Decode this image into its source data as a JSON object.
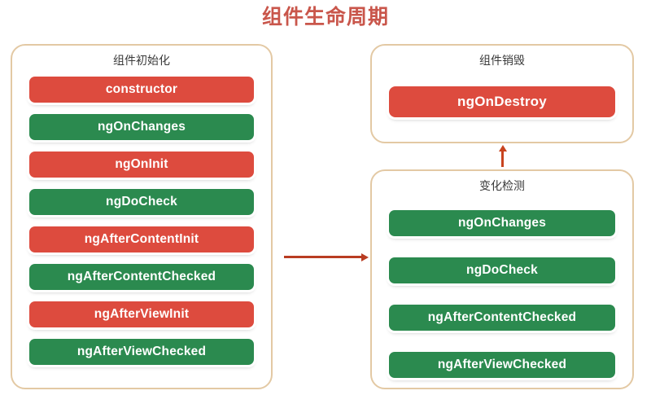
{
  "title": "组件生命周期",
  "colors": {
    "title": "#c9564b",
    "panel_border": "#e3c9a4",
    "hook_red": "#dd4b3e",
    "hook_green": "#2b8a4f",
    "arrow_horizontal": "#b93c22",
    "arrow_vertical": "#c8431f",
    "background": "#ffffff",
    "panel_title_text": "#3a3a3a",
    "hook_text": "#ffffff"
  },
  "panels": {
    "init": {
      "title": "组件初始化",
      "hooks": [
        {
          "label": "constructor",
          "color": "red"
        },
        {
          "label": "ngOnChanges",
          "color": "green"
        },
        {
          "label": "ngOnInit",
          "color": "red"
        },
        {
          "label": "ngDoCheck",
          "color": "green"
        },
        {
          "label": "ngAfterContentInit",
          "color": "red"
        },
        {
          "label": "ngAfterContentChecked",
          "color": "green"
        },
        {
          "label": "ngAfterViewInit",
          "color": "red"
        },
        {
          "label": "ngAfterViewChecked",
          "color": "green"
        }
      ]
    },
    "destroy": {
      "title": "组件销毁",
      "hooks": [
        {
          "label": "ngOnDestroy",
          "color": "red"
        }
      ]
    },
    "change": {
      "title": "变化检测",
      "hooks": [
        {
          "label": "ngOnChanges",
          "color": "green"
        },
        {
          "label": "ngDoCheck",
          "color": "green"
        },
        {
          "label": "ngAfterContentChecked",
          "color": "green"
        },
        {
          "label": "ngAfterViewChecked",
          "color": "green"
        }
      ]
    }
  },
  "arrows": {
    "init_to_change": "arrow-right",
    "change_to_destroy": "arrow-up"
  }
}
